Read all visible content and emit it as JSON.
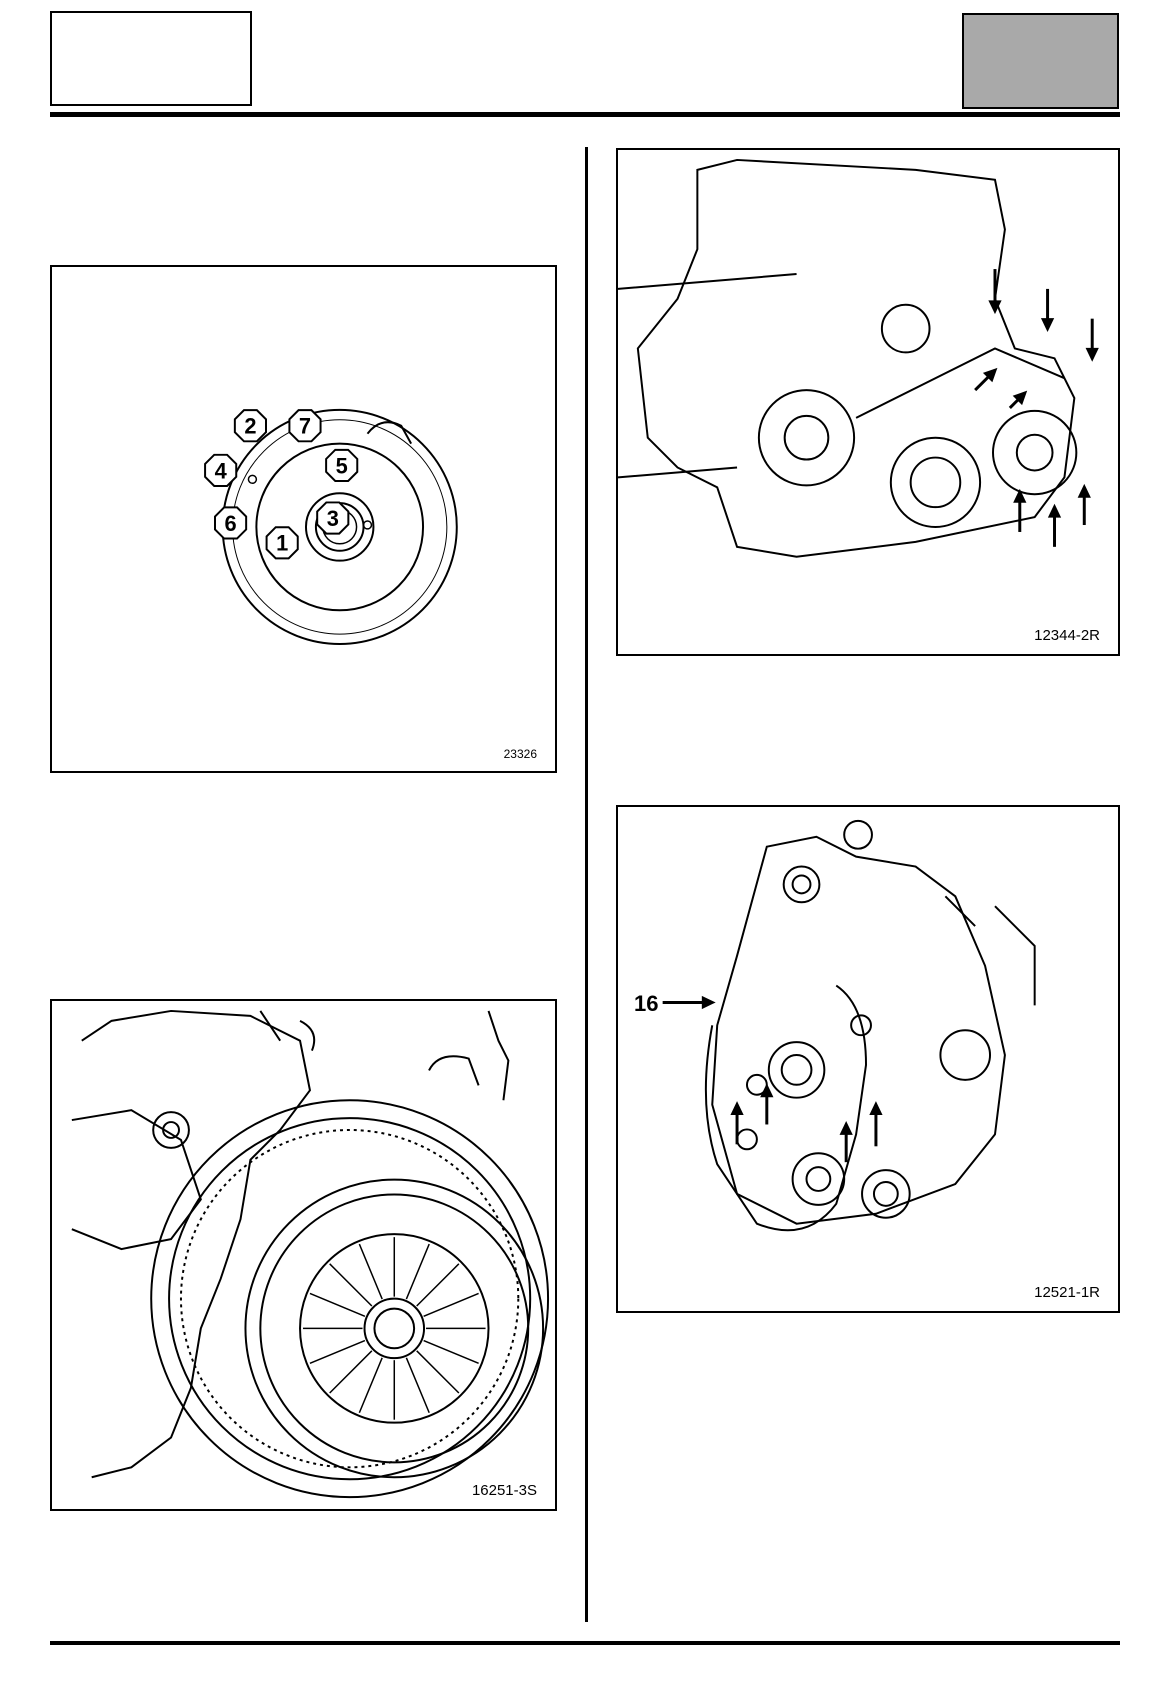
{
  "header": {
    "left_box_text": "",
    "right_box_text": "",
    "right_box_color": "#a9a9a9"
  },
  "figures": [
    {
      "ref": "23326",
      "subject": "flywheel bolt tightening order",
      "bolt_numbers": [
        "2",
        "7",
        "4",
        "5",
        "6",
        "3",
        "1"
      ]
    },
    {
      "ref": "12344-2R",
      "subject": "engine block front view with arrows"
    },
    {
      "ref": "16251-3S",
      "subject": "clutch and flywheel assembly"
    },
    {
      "ref": "12521-1R",
      "subject": "engine timing side view",
      "callout": "16"
    }
  ]
}
